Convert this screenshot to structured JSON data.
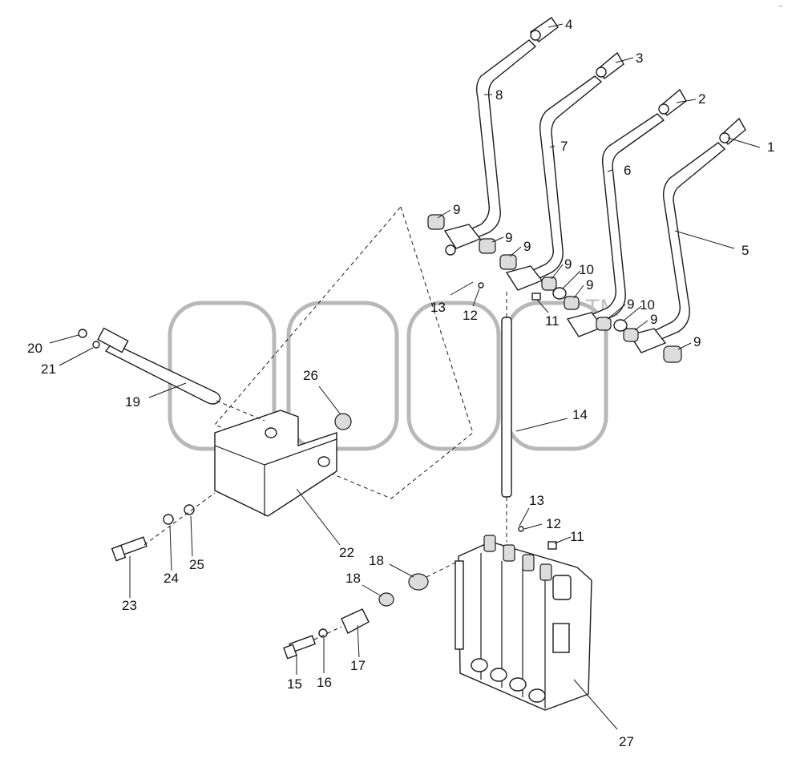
{
  "watermark": {
    "brand": "ame",
    "trademark": "TM"
  },
  "callouts": {
    "c1": "1",
    "c2": "2",
    "c3": "3",
    "c4": "4",
    "c5": "5",
    "c6": "6",
    "c7": "7",
    "c8": "8",
    "c9a": "9",
    "c9b": "9",
    "c9c": "9",
    "c9d": "9",
    "c9e": "9",
    "c9f": "9",
    "c9g": "9",
    "c9h": "9",
    "c10a": "10",
    "c10b": "10",
    "c11a": "11",
    "c11b": "11",
    "c12a": "12",
    "c12b": "12",
    "c13a": "13",
    "c13b": "13",
    "c14": "14",
    "c15": "15",
    "c16": "16",
    "c17": "17",
    "c18a": "18",
    "c18b": "18",
    "c19": "19",
    "c20": "20",
    "c21": "21",
    "c22": "22",
    "c23": "23",
    "c24": "24",
    "c25": "25",
    "c26": "26",
    "c27": "27"
  }
}
